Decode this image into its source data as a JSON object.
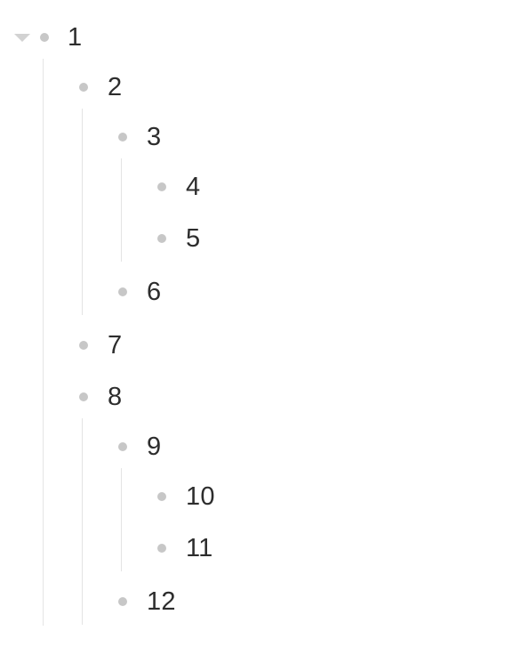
{
  "outline": {
    "items": [
      {
        "label": "1",
        "depth": 0,
        "collapsible": true
      },
      {
        "label": "2",
        "depth": 1
      },
      {
        "label": "3",
        "depth": 2
      },
      {
        "label": "4",
        "depth": 3
      },
      {
        "label": "5",
        "depth": 3
      },
      {
        "label": "6",
        "depth": 2
      },
      {
        "label": "7",
        "depth": 1
      },
      {
        "label": "8",
        "depth": 1
      },
      {
        "label": "9",
        "depth": 2
      },
      {
        "label": "10",
        "depth": 3
      },
      {
        "label": "11",
        "depth": 3
      },
      {
        "label": "12",
        "depth": 2
      }
    ],
    "icons": {
      "toggle": "chevron-down-icon",
      "bullet": "bullet-dot-icon"
    },
    "colors": {
      "text": "#2d2d2d",
      "bullet": "#c7c7c7",
      "toggle": "#d2d2d2",
      "guide": "#e4e4e4"
    }
  }
}
